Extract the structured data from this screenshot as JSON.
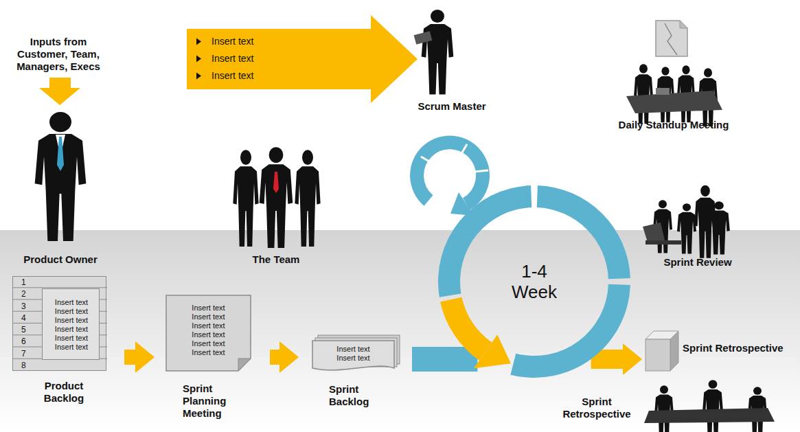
{
  "diagram": {
    "nodes": [
      {
        "text": [
          "Insert text",
          "Insert text",
          "Insert text"
        ]
      },
      {
        "text": [
          "1",
          "2",
          "3",
          "4",
          "5",
          "6",
          "7",
          "8",
          "Product Backlog"
        ]
      },
      {
        "text": [
          "Insert text",
          "Insert text",
          "Insert text",
          "Insert text",
          "Insert text",
          "Insert text"
        ],
        "in": 1
      },
      {
        "text": [
          "Insert text",
          "Insert text",
          "Insert text",
          "Insert text",
          "Insert text",
          "Insert text",
          "Sprint Planning Meeting"
        ]
      },
      {
        "text": [
          "Insert text",
          "Insert text",
          "Sprint Backlog"
        ]
      },
      {
        "text": [
          "1-4 Week"
        ]
      },
      {
        "text": [
          "Sprint Retrospective"
        ]
      }
    ],
    "edges": [
      {
        "from": 1,
        "to": 3,
        "arrow": "to"
      },
      {
        "from": 3,
        "to": 4,
        "arrow": "to"
      },
      {
        "from": 4,
        "to": 5,
        "arrow": "none"
      },
      {
        "from": 5,
        "to": 6,
        "arrow": "to"
      }
    ],
    "labels": [
      "Inputs from Customer, Team, Managers, Execs",
      "Scrum Master",
      "Daily Standup Meeting",
      "Product Owner",
      "The Team",
      "Sprint Review",
      "Sprint Retrospective"
    ]
  }
}
